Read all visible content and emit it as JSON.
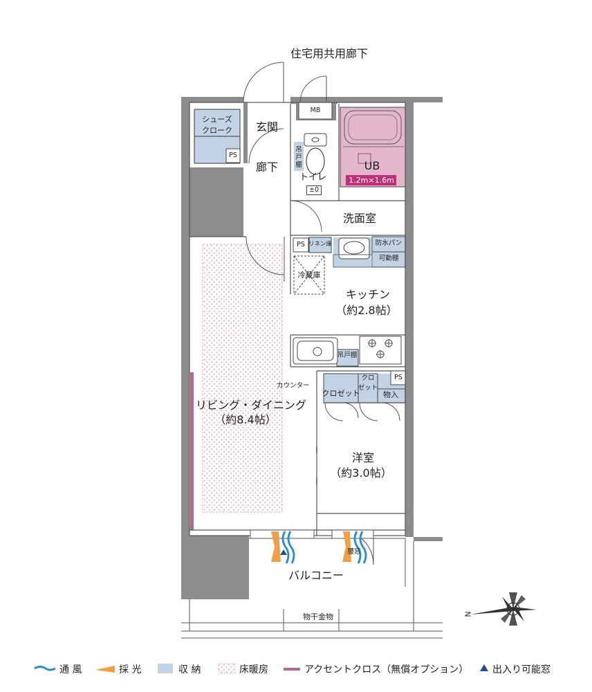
{
  "plan": {
    "corridor": "住宅用共用廊下",
    "mb": "MB",
    "shoe_cloak": [
      "シューズ",
      "クローク"
    ],
    "ps_entry": "PS",
    "genkan": "玄関",
    "roka": "廊下",
    "tsuritodana_toilet": [
      "吊",
      "戸",
      "棚"
    ],
    "toilet": "トイレ",
    "toilet_level": "±0",
    "ub": "UB",
    "ub_size": "1.2m×1.6m",
    "senmenshitsu": "洗面室",
    "ps_wash": "PS",
    "linen": "リネン庫",
    "bousui_pan": "防水パン",
    "kadoudana": "可動棚",
    "reizouko": "冷蔵庫",
    "kitchen": "キッチン",
    "kitchen_size": "（約2.8帖）",
    "tsuritodana_kitchen": "吊戸棚",
    "counter": "カウンター",
    "ps_room": "PS",
    "closet1": "クロゼット",
    "closet2": [
      "クロ",
      "ゼット"
    ],
    "monoire": "物入",
    "living": "リビング・ダイニング",
    "living_size": "（約8.4帖）",
    "youshitsu": "洋室",
    "youshitsu_size": "（約3.0帖）",
    "koumado": "腰窓",
    "balcony": "バルコニー",
    "monohoshi": "物干金物",
    "compass_n": "N"
  },
  "legend": {
    "ventilation": "通 風",
    "daylight": "採 光",
    "storage": "収 納",
    "floor_heating": "床暖房",
    "accent_cloth": "アクセントクロス（無償オプション）",
    "window": "出入り可能窓"
  },
  "colors": {
    "wall": "#8c8c8c",
    "storage": "#c3d3e6",
    "ub": "#e4b6cc",
    "ub_label": "#c0307a",
    "floor_heating": "#e3a7b3",
    "accent": "#b46a8e",
    "ventilation": "#2b8fd0",
    "daylight": "#f0a048",
    "window_marker": "#1f4e8c"
  }
}
